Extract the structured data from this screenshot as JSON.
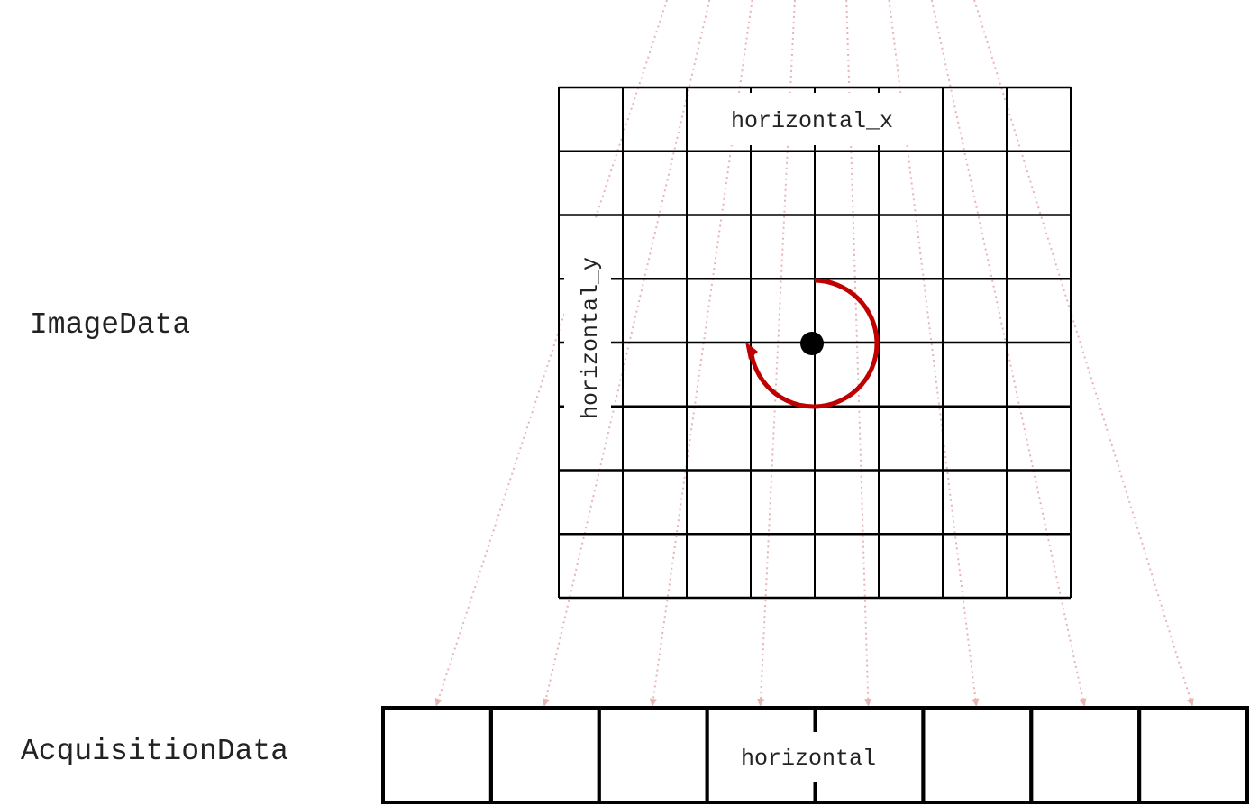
{
  "labels": {
    "image_data": "ImageData",
    "acquisition_data": "AcquisitionData",
    "horizontal_x": "horizontal_x",
    "horizontal_y": "horizontal_y",
    "horizontal": "horizontal"
  },
  "image_grid": {
    "rows": 8,
    "cols": 8
  },
  "acquisition_bins": 8,
  "colors": {
    "grid": "#000000",
    "rotation_arrow": "#c00000",
    "projection_lines": "#e8b4b4",
    "center_dot": "#000000"
  }
}
